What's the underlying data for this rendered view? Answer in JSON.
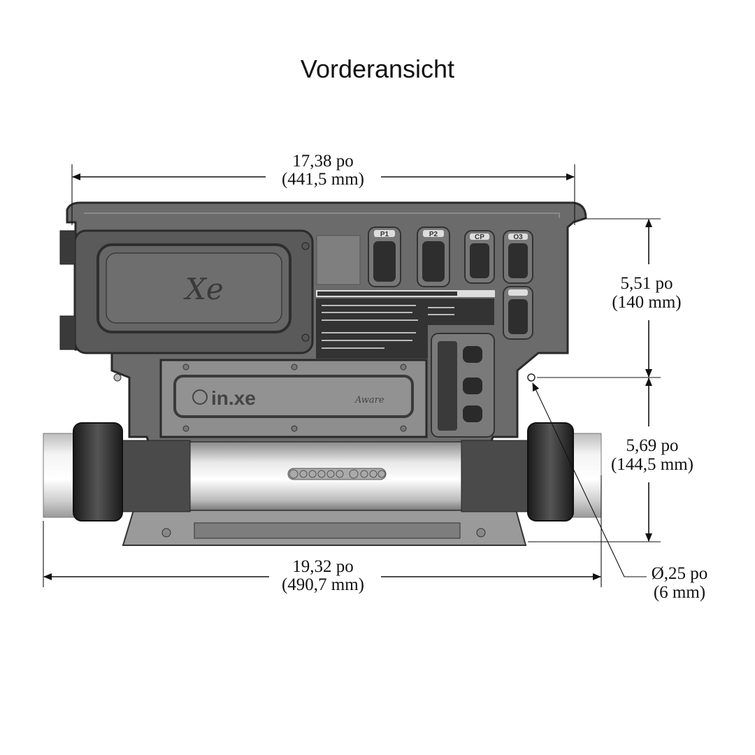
{
  "title": "Vorderansicht",
  "dimensions": {
    "top_width": {
      "in": "17,38 po",
      "mm": "(441,5 mm)"
    },
    "bottom_width": {
      "in": "19,32 po",
      "mm": "(490,7 mm)"
    },
    "upper_height": {
      "in": "5,51 po",
      "mm": "(140 mm)"
    },
    "lower_height": {
      "in": "5,69 po",
      "mm": "(144,5 mm)"
    },
    "hole_diameter": {
      "in": "Ø,25 po",
      "mm": "(6 mm)"
    }
  },
  "device": {
    "cover_logo": "Xe",
    "panel_logo": "in.xe",
    "panel_brand": "Aware",
    "connectors": [
      "P1",
      "P2",
      "CP",
      "O3"
    ]
  },
  "colors": {
    "body": "#6b6b6b",
    "panel": "#8e8e8e",
    "dark": "#2a2a2a",
    "pipe": "#e6e6e6"
  }
}
